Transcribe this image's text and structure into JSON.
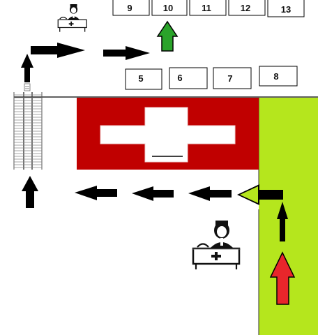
{
  "rooms": {
    "row_top": [
      "9",
      "10",
      "11",
      "12",
      "13"
    ],
    "row_middle": [
      "5",
      "6",
      "7",
      "8"
    ]
  },
  "icons": {
    "nurse_desk": "nurse-at-desk-icon",
    "stairs": "staircase-icon",
    "medical_cross": "red-cross-icon"
  },
  "arrows": {
    "route": "black",
    "start": "red",
    "destination": "green"
  },
  "colors": {
    "route_arrow": "#000000",
    "start_arrow": "#e8262b",
    "destination_arrow": "#2aa32a",
    "green_corridor": "#b5e61d",
    "cross_background": "#c00000",
    "cross": "#ffffff"
  }
}
